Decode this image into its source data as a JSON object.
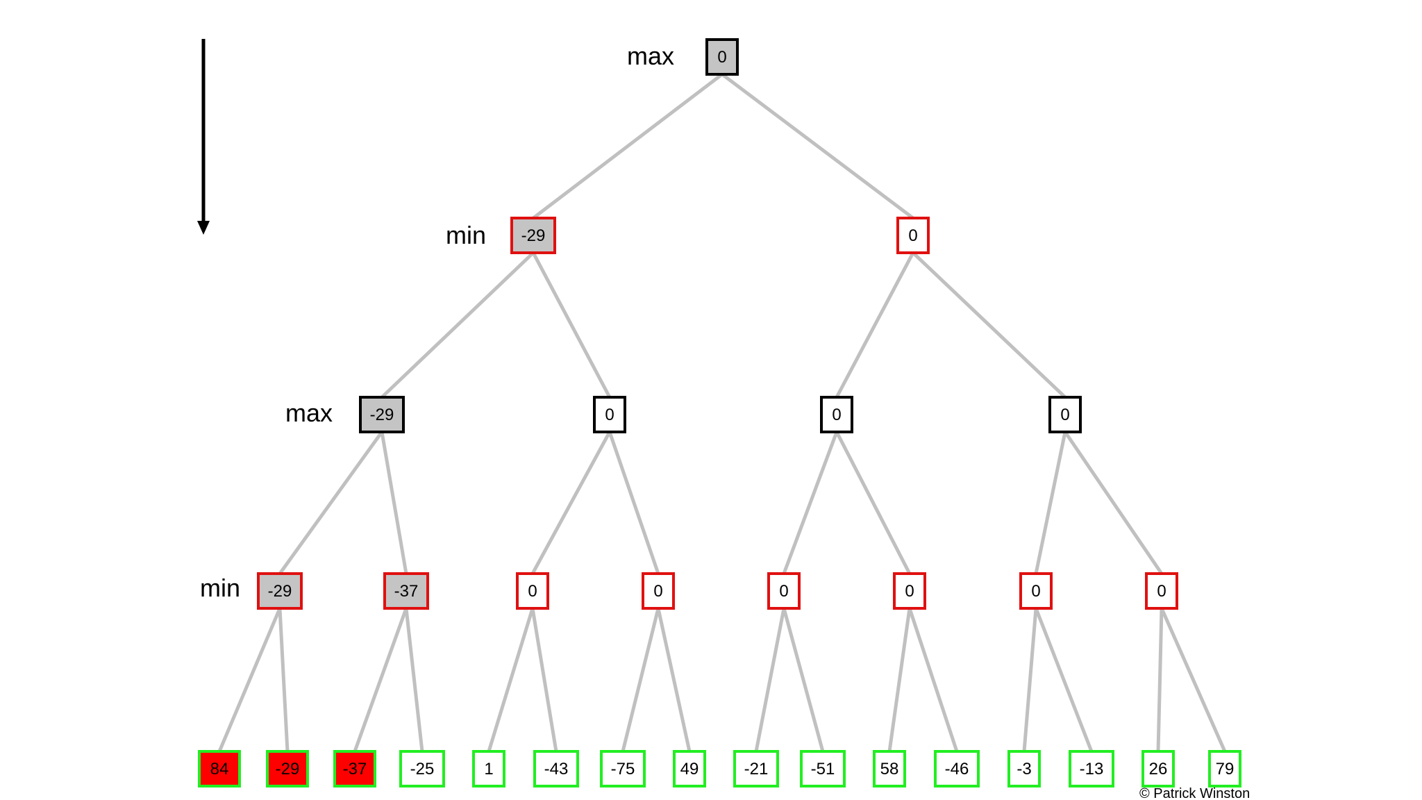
{
  "level_labels": [
    "max",
    "min",
    "max",
    "min"
  ],
  "credit": "© Patrick Winston",
  "colors": {
    "edge": "#c0c0c0",
    "max_border": "#000000",
    "min_border": "#e01010",
    "leaf_border": "#22ee22",
    "visited_fill": "#c4c4c4",
    "leaf_evaluated_fill": "#ff0000",
    "default_fill": "#ffffff"
  },
  "tree": {
    "levels": [
      [
        {
          "value": "0",
          "type": "max",
          "visited": true
        }
      ],
      [
        {
          "value": "-29",
          "type": "min",
          "visited": true
        },
        {
          "value": "0",
          "type": "min",
          "visited": false
        }
      ],
      [
        {
          "value": "-29",
          "type": "max",
          "visited": true
        },
        {
          "value": "0",
          "type": "max",
          "visited": false
        },
        {
          "value": "0",
          "type": "max",
          "visited": false
        },
        {
          "value": "0",
          "type": "max",
          "visited": false
        }
      ],
      [
        {
          "value": "-29",
          "type": "min",
          "visited": true
        },
        {
          "value": "-37",
          "type": "min",
          "visited": true
        },
        {
          "value": "0",
          "type": "min",
          "visited": false
        },
        {
          "value": "0",
          "type": "min",
          "visited": false
        },
        {
          "value": "0",
          "type": "min",
          "visited": false
        },
        {
          "value": "0",
          "type": "min",
          "visited": false
        },
        {
          "value": "0",
          "type": "min",
          "visited": false
        },
        {
          "value": "0",
          "type": "min",
          "visited": false
        }
      ],
      [
        {
          "value": "84",
          "type": "leaf",
          "evaluated": true
        },
        {
          "value": "-29",
          "type": "leaf",
          "evaluated": true
        },
        {
          "value": "-37",
          "type": "leaf",
          "evaluated": true
        },
        {
          "value": "-25",
          "type": "leaf",
          "evaluated": false
        },
        {
          "value": "1",
          "type": "leaf",
          "evaluated": false
        },
        {
          "value": "-43",
          "type": "leaf",
          "evaluated": false
        },
        {
          "value": "-75",
          "type": "leaf",
          "evaluated": false
        },
        {
          "value": "49",
          "type": "leaf",
          "evaluated": false
        },
        {
          "value": "-21",
          "type": "leaf",
          "evaluated": false
        },
        {
          "value": "-51",
          "type": "leaf",
          "evaluated": false
        },
        {
          "value": "58",
          "type": "leaf",
          "evaluated": false
        },
        {
          "value": "-46",
          "type": "leaf",
          "evaluated": false
        },
        {
          "value": "-3",
          "type": "leaf",
          "evaluated": false
        },
        {
          "value": "-13",
          "type": "leaf",
          "evaluated": false
        },
        {
          "value": "26",
          "type": "leaf",
          "evaluated": false
        },
        {
          "value": "79",
          "type": "leaf",
          "evaluated": false
        }
      ]
    ]
  }
}
